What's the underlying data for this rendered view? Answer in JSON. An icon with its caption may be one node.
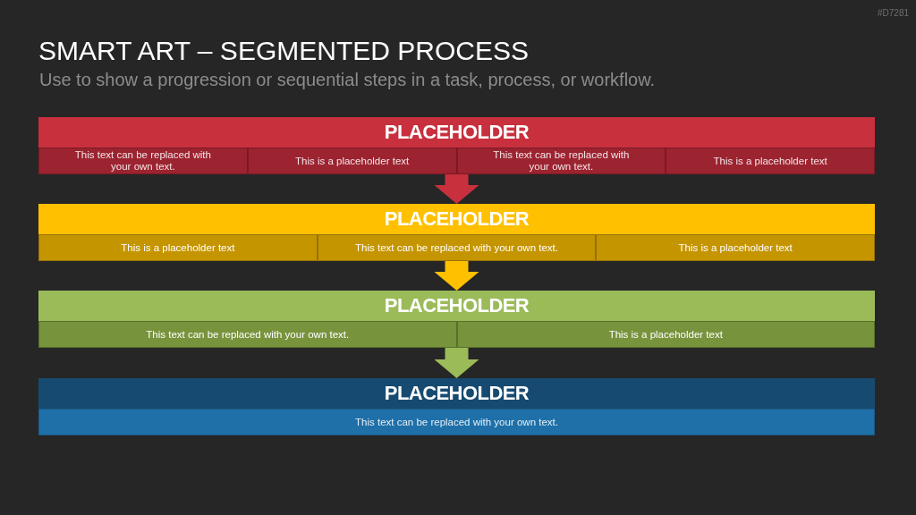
{
  "diagram": {
    "title": "SMART ART – SEGMENTED PROCESS",
    "caption": "Use to show a progression or sequential steps in a task, process, or workflow.",
    "nodes": [
      {
        "text": [
          "PLACEHOLDER"
        ]
      },
      {
        "text": [
          "This text can be replaced with your own text."
        ],
        "in": 0
      },
      {
        "text": [
          "This is a placeholder text"
        ],
        "in": 0
      },
      {
        "text": [
          "This text can be replaced with your own text."
        ],
        "in": 0
      },
      {
        "text": [
          "This is a placeholder text"
        ],
        "in": 0
      },
      {
        "text": [
          "PLACEHOLDER"
        ]
      },
      {
        "text": [
          "This is a placeholder text"
        ],
        "in": 5
      },
      {
        "text": [
          "This text can be replaced with your own text."
        ],
        "in": 5
      },
      {
        "text": [
          "This is a placeholder text"
        ],
        "in": 5
      },
      {
        "text": [
          "PLACEHOLDER"
        ]
      },
      {
        "text": [
          "This text can be replaced with your own text."
        ],
        "in": 9
      },
      {
        "text": [
          "This is a placeholder text"
        ],
        "in": 9
      },
      {
        "text": [
          "PLACEHOLDER"
        ]
      },
      {
        "text": [
          "This text can be replaced with your own text."
        ],
        "in": 12
      }
    ],
    "edges": [
      {
        "from": 0,
        "to": 5,
        "arrow": "to",
        "color": "#c8303e"
      },
      {
        "from": 5,
        "to": 9,
        "arrow": "to",
        "color": "#ffc000"
      },
      {
        "from": 9,
        "to": 12,
        "arrow": "to",
        "color": "#9bbb59"
      }
    ],
    "labels": [
      "#D7281"
    ]
  }
}
